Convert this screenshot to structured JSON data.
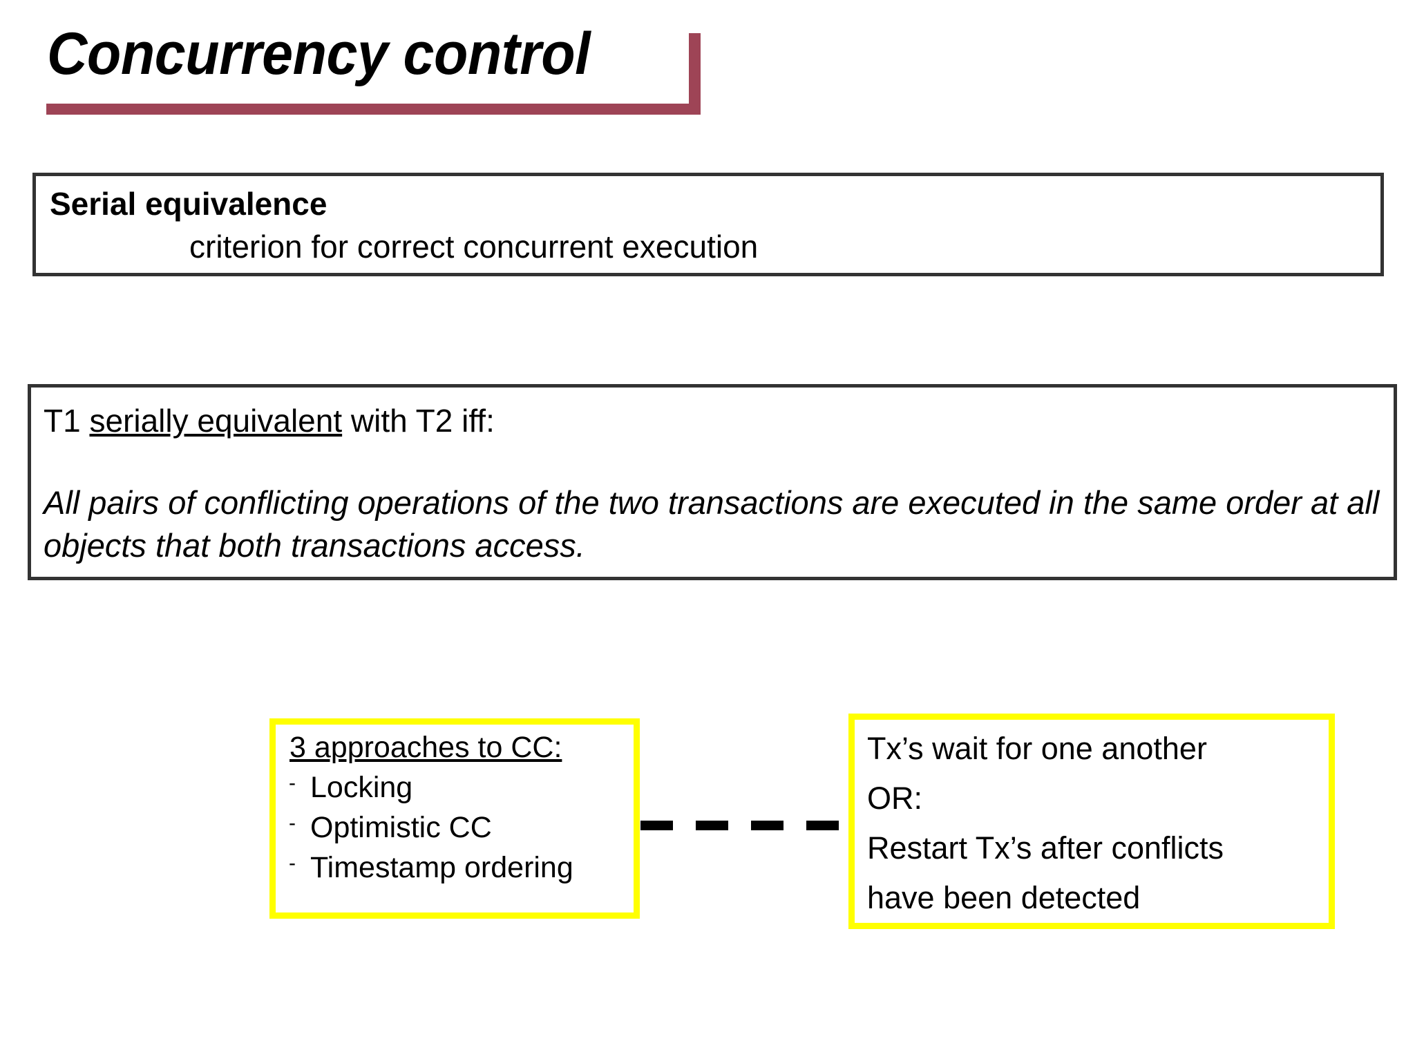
{
  "slide": {
    "title": "Concurrency control",
    "accent_color": "#9e4456",
    "background_color": "#ffffff",
    "frame_border_color": "#333333",
    "callout_border_color": "#ffff00"
  },
  "serial_equivalence_box": {
    "heading": "Serial equivalence",
    "subtext": "criterion for correct concurrent execution"
  },
  "definition_box": {
    "condition_prefix": "T1 ",
    "condition_underlined": "serially equivalent",
    "condition_suffix": " with T2 iff:",
    "statement": "All pairs of conflicting operations of the two transactions are executed in the same order at all objects that both transactions access."
  },
  "approaches_box": {
    "heading": "3 approaches to CC:",
    "bullet_glyph": "-",
    "items": [
      "Locking",
      "Optimistic CC",
      "Timestamp ordering"
    ]
  },
  "outcomes_box": {
    "lines": [
      "Tx’s wait for one another",
      "OR:",
      "Restart Tx’s after conflicts",
      "have been detected"
    ]
  },
  "connector": {
    "style": "dashed-line",
    "dash_count": 4
  }
}
